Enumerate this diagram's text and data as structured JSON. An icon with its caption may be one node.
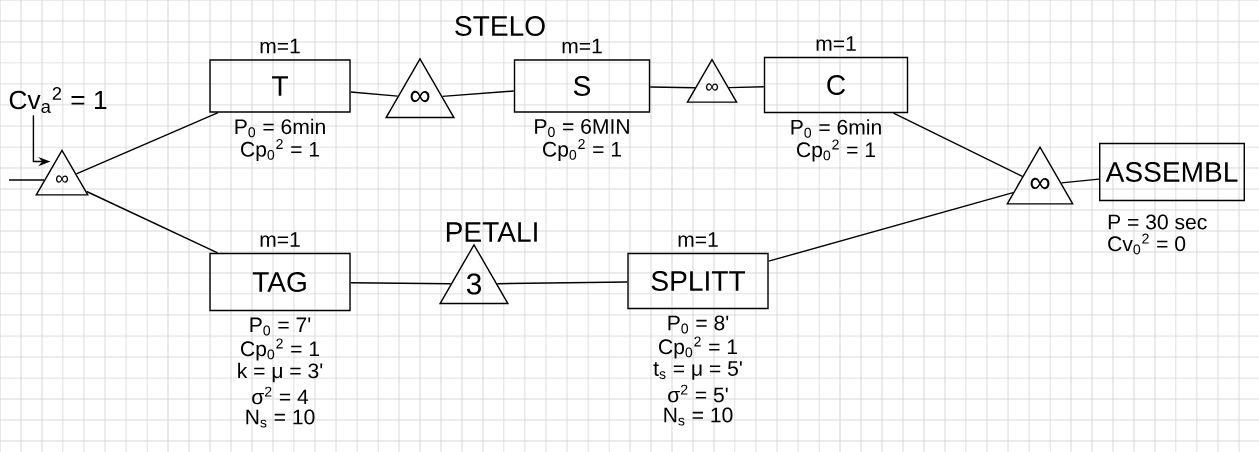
{
  "diagram": {
    "nodes": [
      {
        "text": [
          "Cv$_{a}$$^{2}$ = 1"
        ]
      },
      {
        "text": [
          "∞"
        ]
      },
      {
        "text": [
          "T"
        ],
        "beside": [
          "m=1",
          "P$_{0}$ = 6min",
          "Cp$_{0}$$^{2}$ = 1"
        ]
      },
      {
        "text": [
          "∞"
        ]
      },
      {
        "text": [
          "S"
        ],
        "beside": [
          "m=1",
          "P$_{0}$ = 6MIN",
          "Cp$_{0}$$^{2}$ = 1"
        ]
      },
      {
        "text": [
          "∞"
        ]
      },
      {
        "text": [
          "C"
        ],
        "beside": [
          "m=1",
          "P$_{0}$ = 6min",
          "Cp$_{0}$$^{2}$ = 1"
        ]
      },
      {
        "text": [
          "∞"
        ]
      },
      {
        "text": [
          "ASSEMBL"
        ],
        "beside": [
          "P = 30 sec",
          "Cv$_{0}$$^{2}$ = 0"
        ]
      },
      {
        "text": [
          "TAG"
        ],
        "beside": [
          "m=1",
          "P$_{0}$ = 7'",
          "Cp$_{0}$$^{2}$ = 1",
          "k = μ = 3'",
          "σ$^{2}$ = 4",
          "N$_{s}$ = 10"
        ]
      },
      {
        "text": [
          "3"
        ]
      },
      {
        "text": [
          "SPLITT"
        ],
        "beside": [
          "m=1",
          "P$_{0}$ = 8'",
          "Cp$_{0}$$^{2}$ = 1",
          "t$_{s}$ = μ = 5'",
          "σ$^{2}$ = 5'",
          "N$_{s}$ = 10"
        ]
      }
    ],
    "edges": [
      {
        "from": 0,
        "to": 1,
        "arrow": "to"
      },
      {
        "from": null,
        "to": 1,
        "arrow": "none"
      },
      {
        "from": 1,
        "to": 2,
        "arrow": "none"
      },
      {
        "from": 2,
        "to": 3,
        "arrow": "none"
      },
      {
        "from": 3,
        "to": 4,
        "arrow": "none"
      },
      {
        "from": 4,
        "to": 5,
        "arrow": "none"
      },
      {
        "from": 5,
        "to": 6,
        "arrow": "none"
      },
      {
        "from": 6,
        "to": 7,
        "arrow": "none"
      },
      {
        "from": 1,
        "to": 9,
        "arrow": "none"
      },
      {
        "from": 9,
        "to": 10,
        "arrow": "none"
      },
      {
        "from": 10,
        "to": 11,
        "arrow": "none"
      },
      {
        "from": 11,
        "to": 7,
        "arrow": "none"
      },
      {
        "from": 7,
        "to": 8,
        "arrow": "none"
      }
    ],
    "labels": [
      "STELO",
      "PETALI"
    ]
  }
}
